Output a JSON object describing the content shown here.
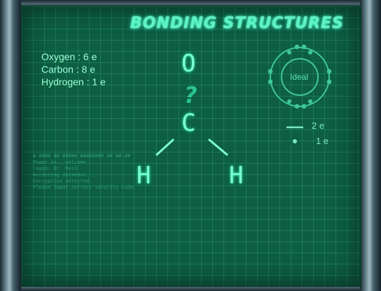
{
  "title": "BONDING STRUCTURES",
  "elements": [
    {
      "label": "Oxygen : 6 e"
    },
    {
      "label": "Carbon : 8 e"
    },
    {
      "label": "Hydrogen : 1 e"
    }
  ],
  "molecule": {
    "top_atom": "O",
    "unknown_bond": "?",
    "center_atom": "C",
    "left_atom": "H",
    "right_atom": "H"
  },
  "orbit_diagram": {
    "label": "Ideal"
  },
  "legend": {
    "double_bond": "2 e",
    "single_bond": "1 e"
  },
  "console": {
    "lines": [
      "# #### ## ##### ######## ## ## ##",
      "Power on...welcome",
      "logon: Dr. Reid",
      "Accessing database...",
      "Encryption detected.",
      "Please imput correct security code.",
      "_"
    ]
  },
  "colors": {
    "screen": "#0d5e43",
    "glow": "#7dffd2",
    "title": "#5ff2c6"
  }
}
